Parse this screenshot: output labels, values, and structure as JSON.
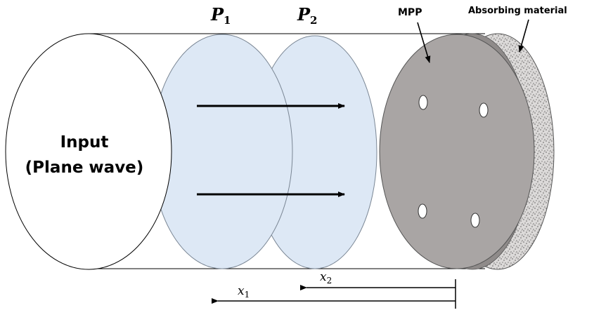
{
  "labels": {
    "input_line1": "Input",
    "input_line2": "(Plane wave)",
    "p1_letter": "P",
    "p1_sub": "1",
    "p2_letter": "P",
    "p2_sub": "2",
    "mpp": "MPP",
    "absorbing": "Absorbing material",
    "x1_letter": "x",
    "x1_sub": "1",
    "x2_letter": "x",
    "x2_sub": "2"
  },
  "colors": {
    "input_disk": "#ffffff",
    "plane_disks": "#dde8f5",
    "mpp_face": "#a9a5a4",
    "mpp_edge": "#8f8b8a",
    "absorber": "#d8d6d5",
    "stroke": "#000000"
  },
  "mpp_hole_count": 4
}
